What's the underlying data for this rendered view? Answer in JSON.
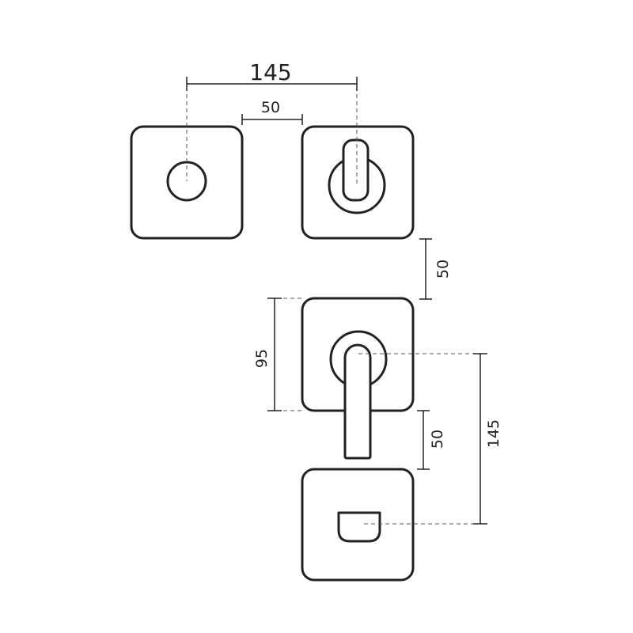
{
  "dimensions": {
    "top_spacing": "145",
    "top_gap": "50",
    "right_gap_upper": "50",
    "plate_height": "95",
    "right_gap_lower": "50",
    "right_spacing": "145"
  },
  "colors": {
    "line": "#222222",
    "background": "#ffffff"
  }
}
